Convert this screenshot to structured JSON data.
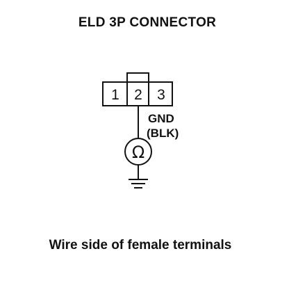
{
  "title": "ELD 3P CONNECTOR",
  "connector": {
    "pins": [
      "1",
      "2",
      "3"
    ]
  },
  "wire": {
    "name": "GND",
    "color": "(BLK)"
  },
  "meter": {
    "symbol": "Ω"
  },
  "caption": "Wire side of female terminals"
}
